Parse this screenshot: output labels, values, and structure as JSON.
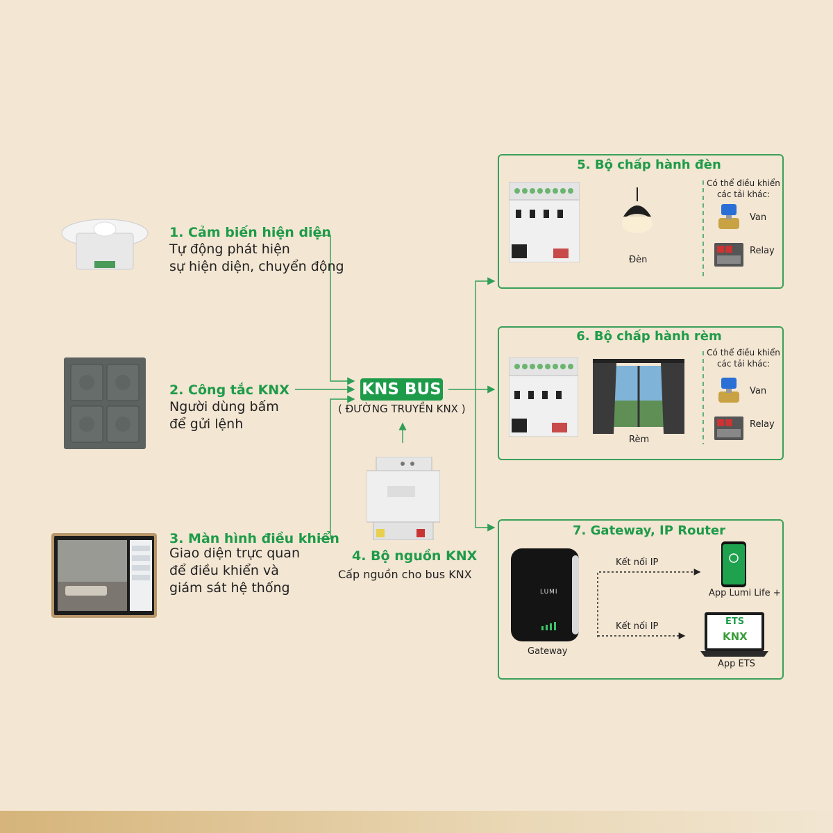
{
  "items": [
    {
      "title": "1. Cảm biến hiện diện",
      "lines": [
        "Tự động phát hiện",
        "sự hiện diện, chuyển động"
      ]
    },
    {
      "title": "2. Công tắc KNX",
      "lines": [
        "Người dùng bấm",
        "để gửi lệnh"
      ]
    },
    {
      "title": "3. Màn hình điều khiển",
      "lines": [
        "Giao diện trực quan",
        "để điều khiển và",
        "giám sát hệ thống"
      ]
    },
    {
      "title": "4. Bộ nguồn KNX",
      "lines": [
        "Cấp nguồn cho bus KNX"
      ]
    }
  ],
  "bus": {
    "label": "KNS BUS",
    "sub": "( ĐƯỜNG TRUYỀN KNX )"
  },
  "box5": {
    "title": "5. Bộ chấp hành đèn",
    "device": "Đèn",
    "note1": "Có thể điều khiển",
    "note2": "các tải khác:",
    "load1": "Van",
    "load2": "Relay"
  },
  "box6": {
    "title": "6. Bộ chấp hành rèm",
    "device": "Rèm",
    "note1": "Có thể điều khiển",
    "note2": "các tải khác:",
    "load1": "Van",
    "load2": "Relay"
  },
  "box7": {
    "title": "7. Gateway, IP Router",
    "gateway": "Gateway",
    "link1": "Kết nối IP",
    "link2": "Kết nối IP",
    "app1": "App Lumi Life +",
    "app2": "App ETS",
    "ets": "ETS",
    "knx": "KNX",
    "lumi": "LUMI"
  },
  "colors": {
    "accent": "#1e9b49",
    "background": "#f3e6d3"
  }
}
